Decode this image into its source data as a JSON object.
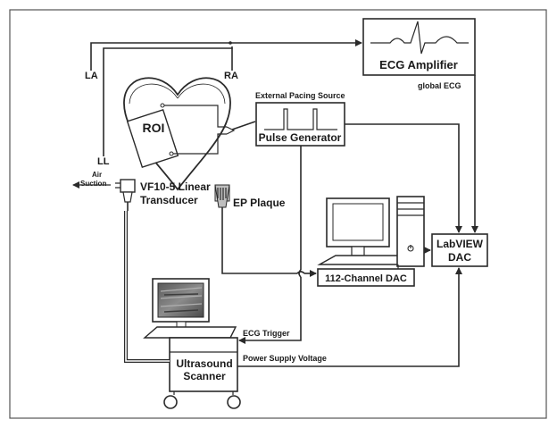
{
  "labels": {
    "ecg_amplifier": "ECG Amplifier",
    "global_ecg": "global ECG",
    "external_pacing_source": "External Pacing Source",
    "pulse_generator": "Pulse Generator",
    "roi": "ROI",
    "la": "LA",
    "ra": "RA",
    "ll": "LL",
    "air": "Air",
    "suction": "Suction",
    "transducer_line1": "VF10-5 Linear",
    "transducer_line2": "Transducer",
    "ep_plaque": "EP Plaque",
    "labview_line1": "LabVIEW",
    "labview_line2": "DAC",
    "dac_112": "112-Channel DAC",
    "ecg_trigger": "ECG Trigger",
    "ultrasound_line1": "Ultrasound",
    "ultrasound_line2": "Scanner",
    "power_supply_voltage": "Power Supply Voltage"
  },
  "colors": {
    "line": "#2a2a2a",
    "frame": "#555555",
    "background": "#ffffff",
    "box_fill": "#ffffff",
    "screen_dark": "#3c3c3c"
  }
}
